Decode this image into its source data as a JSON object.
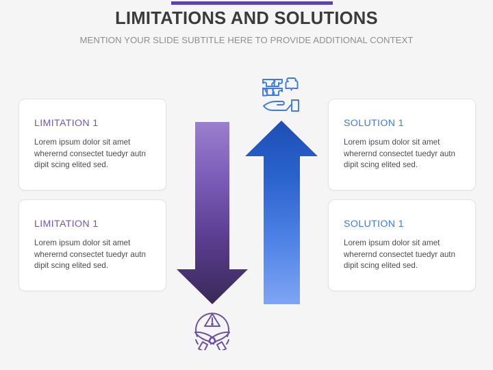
{
  "slide": {
    "background_color": "#f5f5f5",
    "accent_bar_color": "#5b45a8",
    "title": "LIMITATIONS AND SOLUTIONS",
    "subtitle": "MENTION YOUR SLIDE SUBTITLE HERE TO PROVIDE ADDITIONAL CONTEXT",
    "title_color": "#3b3b3b",
    "subtitle_color": "#8e8e8e"
  },
  "colors": {
    "limitation_purple": "#7158ae",
    "solution_blue": "#3c7ae8",
    "arrow_purple_light": "#9377c9",
    "arrow_purple_dark": "#3c2a5c",
    "arrow_blue_dark": "#1f52b5",
    "arrow_blue_light": "#7ba2f2",
    "card_border": "#e3e3e3",
    "card_background": "#ffffff",
    "body_text": "#4c4c4c"
  },
  "left_cards": [
    {
      "heading": "LIMITATION 1",
      "body": "Lorem ipsum dolor sit amet wherernd consectet tuedyr autn dipit scing elited sed."
    },
    {
      "heading": "LIMITATION 1",
      "body": "Lorem ipsum dolor sit amet wherernd consectet tuedyr autn dipit scing elited sed."
    }
  ],
  "right_cards": [
    {
      "heading": "SOLUTION 1",
      "body": "Lorem ipsum dolor sit amet wherernd consectet tuedyr autn dipit scing elited sed."
    },
    {
      "heading": "SOLUTION 1",
      "body": "Lorem ipsum dolor sit amet wherernd consectet tuedyr autn dipit scing elited sed."
    }
  ],
  "center": {
    "down_arrow_name": "limitations-down-arrow",
    "up_arrow_name": "solutions-up-arrow",
    "top_icon_name": "hand-holding-puzzle-pieces-icon",
    "bottom_icon_name": "crossed-arms-warning-icon"
  }
}
